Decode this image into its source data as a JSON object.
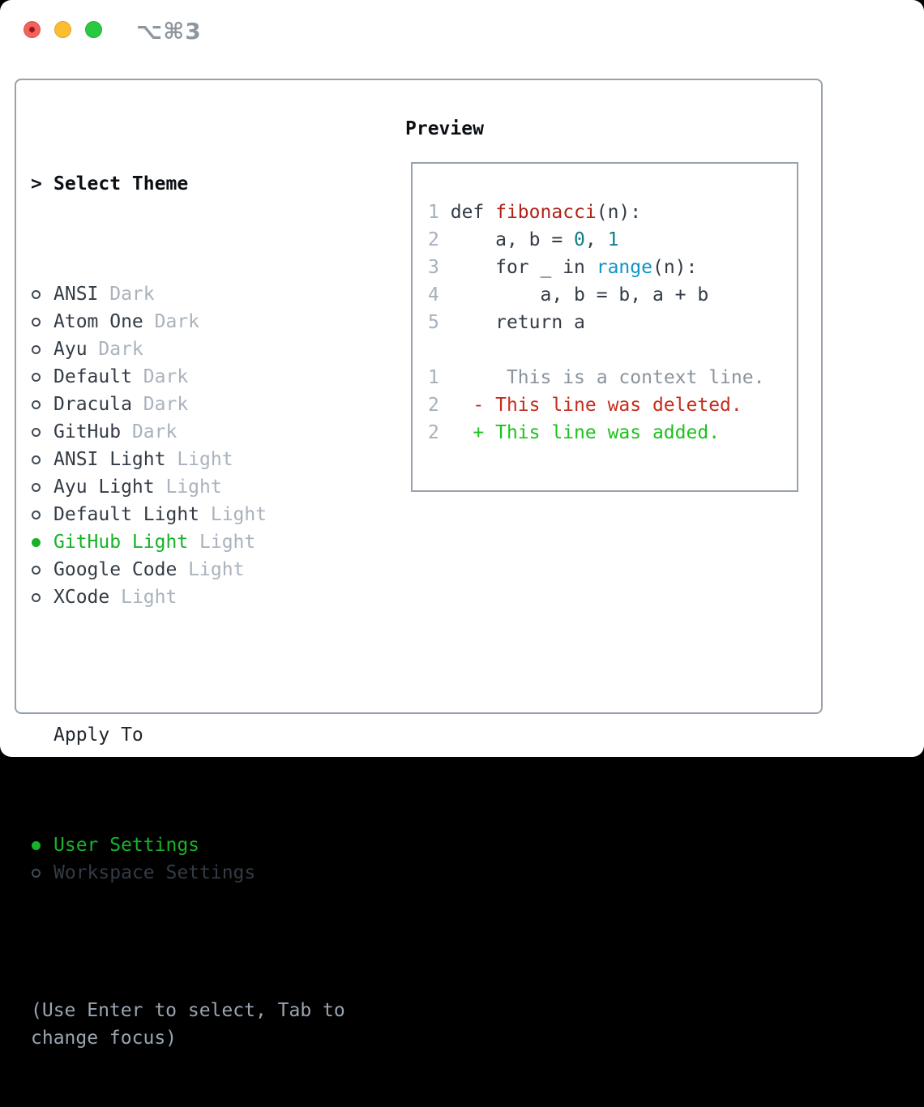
{
  "titlebar": {
    "shortcut": "⌥⌘3"
  },
  "theme_picker": {
    "title_marker": ">",
    "title": "Select Theme",
    "items": [
      {
        "name": "ANSI",
        "tag": "Dark",
        "selected": false
      },
      {
        "name": "Atom One",
        "tag": "Dark",
        "selected": false
      },
      {
        "name": "Ayu",
        "tag": "Dark",
        "selected": false
      },
      {
        "name": "Default",
        "tag": "Dark",
        "selected": false
      },
      {
        "name": "Dracula",
        "tag": "Dark",
        "selected": false
      },
      {
        "name": "GitHub",
        "tag": "Dark",
        "selected": false
      },
      {
        "name": "ANSI Light",
        "tag": "Light",
        "selected": false
      },
      {
        "name": "Ayu Light",
        "tag": "Light",
        "selected": false
      },
      {
        "name": "Default Light",
        "tag": "Light",
        "selected": false
      },
      {
        "name": "GitHub Light",
        "tag": "Light",
        "selected": true
      },
      {
        "name": "Google Code",
        "tag": "Light",
        "selected": false
      },
      {
        "name": "XCode",
        "tag": "Light",
        "selected": false
      }
    ],
    "apply_to": {
      "title": "Apply To",
      "options": [
        {
          "name": "User Settings",
          "selected": true
        },
        {
          "name": "Workspace Settings",
          "selected": false
        }
      ]
    },
    "hint": "(Use Enter to select, Tab to change focus)"
  },
  "preview": {
    "title": "Preview",
    "lines": [
      [
        {
          "t": "1",
          "s": "num"
        },
        {
          "t": " ",
          "s": "code"
        },
        {
          "t": "def ",
          "s": "code"
        },
        {
          "t": "fibonacci",
          "s": "fn"
        },
        {
          "t": "(n):",
          "s": "code"
        }
      ],
      [
        {
          "t": "2",
          "s": "num"
        },
        {
          "t": " ",
          "s": "code"
        },
        {
          "t": "    a, b = ",
          "s": "code"
        },
        {
          "t": "0",
          "s": "lit"
        },
        {
          "t": ", ",
          "s": "code"
        },
        {
          "t": "1",
          "s": "lit"
        }
      ],
      [
        {
          "t": "3",
          "s": "num"
        },
        {
          "t": " ",
          "s": "code"
        },
        {
          "t": "    for _ in ",
          "s": "code"
        },
        {
          "t": "range",
          "s": "blt"
        },
        {
          "t": "(n):",
          "s": "code"
        }
      ],
      [
        {
          "t": "4",
          "s": "num"
        },
        {
          "t": " ",
          "s": "code"
        },
        {
          "t": "        a, b = b, a + b",
          "s": "code"
        }
      ],
      [
        {
          "t": "5",
          "s": "num"
        },
        {
          "t": " ",
          "s": "code"
        },
        {
          "t": "    return a",
          "s": "code"
        }
      ],
      [],
      [
        {
          "t": "1",
          "s": "num"
        },
        {
          "t": "      ",
          "s": "code"
        },
        {
          "t": "This is a context line.",
          "s": "ctx"
        }
      ],
      [
        {
          "t": "2",
          "s": "num"
        },
        {
          "t": "   ",
          "s": "code"
        },
        {
          "t": "- This line was deleted.",
          "s": "del"
        }
      ],
      [
        {
          "t": "2",
          "s": "num"
        },
        {
          "t": "   ",
          "s": "code"
        },
        {
          "t": "+ This line was added.",
          "s": "add"
        }
      ]
    ]
  },
  "colors": {
    "accent_green": "#16b229",
    "added_green": "#1dc11d",
    "deleted_red": "#c52d1c",
    "context_gray": "#8b939c",
    "function_red": "#b02318",
    "builtin_blue": "#1193c6",
    "literal_teal": "#0d7f87",
    "border_gray": "#98a2ac",
    "tag_gray": "#a9b2bd",
    "traffic_red": "#f5605a",
    "traffic_yellow": "#fcbd2f",
    "traffic_green": "#29c940"
  }
}
